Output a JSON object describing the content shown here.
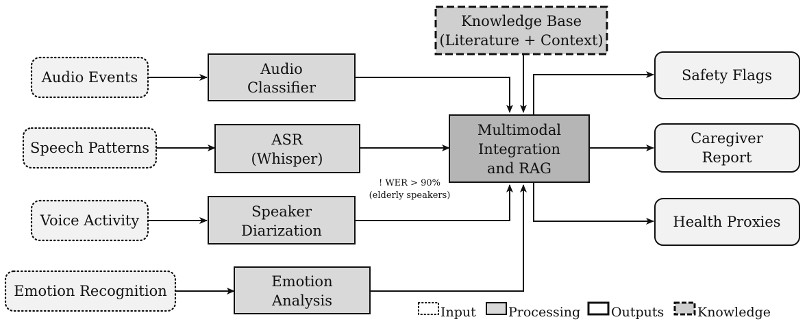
{
  "colors": {
    "input_fill": "#f2f2f2",
    "processing_fill": "#d9d9d9",
    "integration_fill": "#b5b5b5",
    "knowledge_fill": "#cfcfcf",
    "output_fill": "#f2f2f2",
    "stroke": "#111111"
  },
  "inputs": {
    "audio_events": "Audio Events",
    "speech_patterns": "Speech Patterns",
    "voice_activity": "Voice Activity",
    "emotion_recognition": "Emotion Recognition"
  },
  "processing": {
    "audio_classifier": [
      "Audio",
      "Classifier"
    ],
    "asr": [
      "ASR",
      "(Whisper)"
    ],
    "speaker_diarization": [
      "Speaker",
      "Diarization"
    ],
    "emotion_analysis": [
      "Emotion",
      "Analysis"
    ]
  },
  "integration": [
    "Multimodal",
    "Integration",
    "and RAG"
  ],
  "knowledge_base": [
    "Knowledge Base",
    "(Literature + Context)"
  ],
  "outputs": {
    "safety_flags": "Safety Flags",
    "caregiver_report": [
      "Caregiver",
      "Report"
    ],
    "health_proxies": "Health Proxies"
  },
  "note": {
    "line1": "! WER > 90%",
    "line2": "(elderly speakers)"
  },
  "legend": {
    "input": "Input",
    "processing": "Processing",
    "outputs": "Outputs",
    "knowledge": "Knowledge"
  }
}
